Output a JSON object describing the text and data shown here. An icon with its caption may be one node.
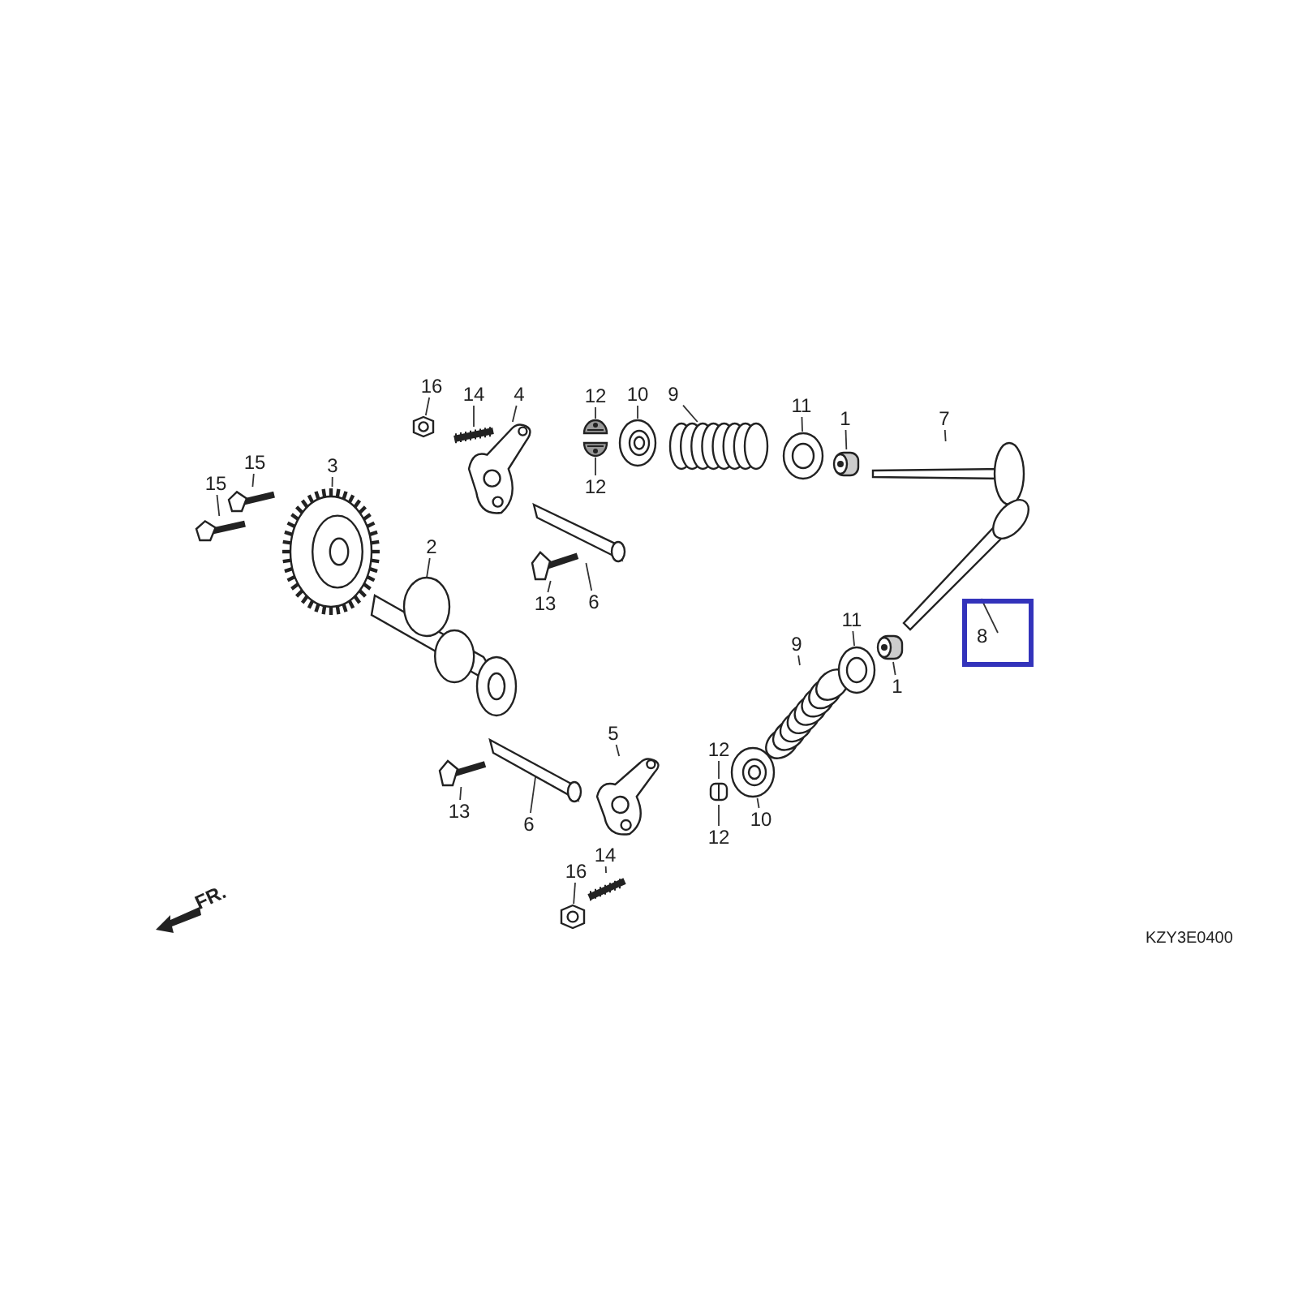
{
  "diagram": {
    "nodes": [
      {
        "text": [
          "16"
        ]
      },
      {
        "text": [],
        "shape": "picture"
      },
      {
        "text": [
          "14"
        ]
      },
      {
        "text": [],
        "shape": "picture"
      },
      {
        "text": [
          "4"
        ]
      },
      {
        "text": [],
        "shape": "picture"
      },
      {
        "text": [
          "12"
        ]
      },
      {
        "text": [],
        "shape": "picture"
      },
      {
        "text": [
          "12"
        ]
      },
      {
        "text": [],
        "shape": "picture"
      },
      {
        "text": [
          "10"
        ]
      },
      {
        "text": [],
        "shape": "picture"
      },
      {
        "text": [
          "9"
        ]
      },
      {
        "text": [],
        "shape": "picture"
      },
      {
        "text": [
          "11"
        ]
      },
      {
        "text": [],
        "shape": "picture"
      },
      {
        "text": [
          "1"
        ]
      },
      {
        "text": [],
        "shape": "picture"
      },
      {
        "text": [
          "7"
        ]
      },
      {
        "text": [],
        "shape": "picture"
      },
      {
        "text": [
          "15"
        ]
      },
      {
        "text": [],
        "shape": "picture"
      },
      {
        "text": [
          "15"
        ]
      },
      {
        "text": [],
        "shape": "picture"
      },
      {
        "text": [
          "3"
        ]
      },
      {
        "text": [],
        "shape": "picture"
      },
      {
        "text": [
          "2"
        ]
      },
      {
        "text": [],
        "shape": "picture"
      },
      {
        "text": [
          "13"
        ]
      },
      {
        "text": [],
        "shape": "picture"
      },
      {
        "text": [
          "6"
        ]
      },
      {
        "text": [],
        "shape": "picture"
      },
      {
        "text": [
          "5"
        ]
      },
      {
        "text": [],
        "shape": "picture"
      },
      {
        "text": [
          "12"
        ]
      },
      {
        "text": [],
        "shape": "picture"
      },
      {
        "text": [
          "12"
        ]
      },
      {
        "text": [
          "13"
        ]
      },
      {
        "text": [],
        "shape": "picture"
      },
      {
        "text": [
          "6"
        ]
      },
      {
        "text": [],
        "shape": "picture"
      },
      {
        "text": [
          "10"
        ]
      },
      {
        "text": [],
        "shape": "picture"
      },
      {
        "text": [
          "9"
        ]
      },
      {
        "text": [],
        "shape": "picture"
      },
      {
        "text": [
          "11"
        ]
      },
      {
        "text": [],
        "shape": "picture"
      },
      {
        "text": [
          "1"
        ]
      },
      {
        "text": [],
        "shape": "picture"
      },
      {
        "text": [
          "8"
        ]
      },
      {
        "text": [],
        "shape": "picture"
      },
      {
        "text": [
          "14"
        ]
      },
      {
        "text": [],
        "shape": "picture"
      },
      {
        "text": [
          "16"
        ]
      },
      {
        "text": [],
        "shape": "picture"
      }
    ],
    "edges": [
      {
        "from": 0,
        "to": 1,
        "arrow": "none"
      },
      {
        "from": 2,
        "to": 3,
        "arrow": "none"
      },
      {
        "from": 4,
        "to": 5,
        "arrow": "none"
      },
      {
        "from": 6,
        "to": 7,
        "arrow": "none"
      },
      {
        "from": 8,
        "to": 9,
        "arrow": "none"
      },
      {
        "from": 10,
        "to": 11,
        "arrow": "none"
      },
      {
        "from": 12,
        "to": 13,
        "arrow": "none"
      },
      {
        "from": 14,
        "to": 15,
        "arrow": "none"
      },
      {
        "from": 16,
        "to": 17,
        "arrow": "none"
      },
      {
        "from": 18,
        "to": 19,
        "arrow": "none"
      },
      {
        "from": 20,
        "to": 21,
        "arrow": "none"
      },
      {
        "from": 22,
        "to": 23,
        "arrow": "none"
      },
      {
        "from": 24,
        "to": 25,
        "arrow": "none"
      },
      {
        "from": 26,
        "to": 27,
        "arrow": "none"
      },
      {
        "from": 28,
        "to": 29,
        "arrow": "none"
      },
      {
        "from": 30,
        "to": 31,
        "arrow": "none"
      },
      {
        "from": 32,
        "to": 33,
        "arrow": "none"
      },
      {
        "from": 34,
        "to": 35,
        "arrow": "none"
      },
      {
        "from": 36,
        "to": 35,
        "arrow": "none"
      },
      {
        "from": 37,
        "to": 38,
        "arrow": "none"
      },
      {
        "from": 39,
        "to": 40,
        "arrow": "none"
      },
      {
        "from": 41,
        "to": 42,
        "arrow": "none"
      },
      {
        "from": 43,
        "to": 44,
        "arrow": "none"
      },
      {
        "from": 45,
        "to": 46,
        "arrow": "none"
      },
      {
        "from": 47,
        "to": 48,
        "arrow": "none"
      },
      {
        "from": 49,
        "to": 50,
        "arrow": "none"
      },
      {
        "from": 51,
        "to": 52,
        "arrow": "none"
      },
      {
        "from": 53,
        "to": 54,
        "arrow": "none"
      }
    ],
    "labels": [
      "FR.",
      "KZY3E0400"
    ]
  }
}
